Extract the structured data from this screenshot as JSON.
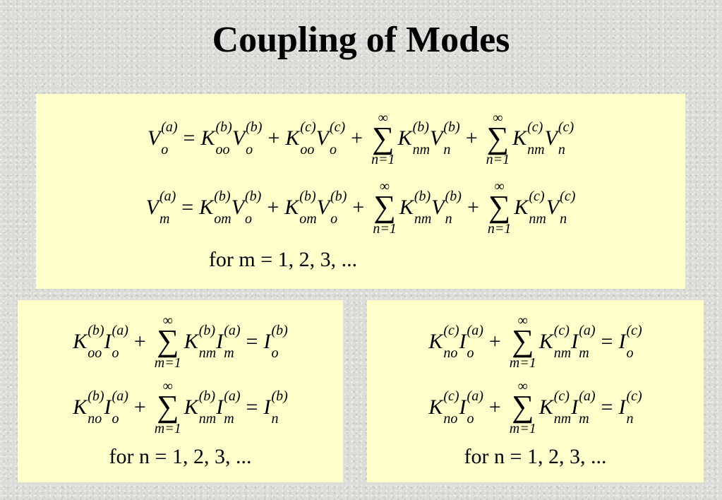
{
  "title": "Coupling of Modes",
  "top_box": {
    "eq1": {
      "lhs": {
        "base": "V",
        "sub": "o",
        "sup": "(a)"
      },
      "eq": "=",
      "t1": {
        "k_base": "K",
        "k_sub": "oo",
        "k_sup": "(b)",
        "v_base": "V",
        "v_sub": "o",
        "v_sup": "(b)"
      },
      "plus1": "+",
      "t2": {
        "k_base": "K",
        "k_sub": "oo",
        "k_sup": "(c)",
        "v_base": "V",
        "v_sub": "o",
        "v_sup": "(c)"
      },
      "plus2": "+",
      "s1": {
        "upper": "∞",
        "sigma": "∑",
        "lower": "n=1"
      },
      "t3": {
        "k_base": "K",
        "k_sub": "nm",
        "k_sup": "(b)",
        "v_base": "V",
        "v_sub": "n",
        "v_sup": "(b)"
      },
      "plus3": "+",
      "s2": {
        "upper": "∞",
        "sigma": "∑",
        "lower": "n=1"
      },
      "t4": {
        "k_base": "K",
        "k_sub": "nm",
        "k_sup": "(c)",
        "v_base": "V",
        "v_sub": "n",
        "v_sup": "(c)"
      }
    },
    "eq2": {
      "lhs": {
        "base": "V",
        "sub": "m",
        "sup": "(a)"
      },
      "eq": "=",
      "t1": {
        "k_base": "K",
        "k_sub": "om",
        "k_sup": "(b)",
        "v_base": "V",
        "v_sub": "o",
        "v_sup": "(b)"
      },
      "plus1": "+",
      "t2": {
        "k_base": "K",
        "k_sub": "om",
        "k_sup": "(b)",
        "v_base": "V",
        "v_sub": "o",
        "v_sup": "(b)"
      },
      "plus2": "+",
      "s1": {
        "upper": "∞",
        "sigma": "∑",
        "lower": "n=1"
      },
      "t3": {
        "k_base": "K",
        "k_sub": "nm",
        "k_sup": "(b)",
        "v_base": "V",
        "v_sub": "n",
        "v_sup": "(b)"
      },
      "plus3": "+",
      "s2": {
        "upper": "∞",
        "sigma": "∑",
        "lower": "n=1"
      },
      "t4": {
        "k_base": "K",
        "k_sub": "nm",
        "k_sup": "(c)",
        "v_base": "V",
        "v_sub": "n",
        "v_sup": "(c)"
      }
    },
    "for_text": "for m = 1, 2, 3, ..."
  },
  "left_box": {
    "eq1": {
      "t1": {
        "k_base": "K",
        "k_sub": "oo",
        "k_sup": "(b)",
        "i_base": "I",
        "i_sub": "o",
        "i_sup": "(a)"
      },
      "plus": "+",
      "s": {
        "upper": "∞",
        "sigma": "∑",
        "lower": "m=1"
      },
      "t2": {
        "k_base": "K",
        "k_sub": "nm",
        "k_sup": "(b)",
        "i_base": "I",
        "i_sub": "m",
        "i_sup": "(a)"
      },
      "eq": "=",
      "rhs": {
        "base": "I",
        "sub": "o",
        "sup": "(b)"
      }
    },
    "eq2": {
      "t1": {
        "k_base": "K",
        "k_sub": "no",
        "k_sup": "(b)",
        "i_base": "I",
        "i_sub": "o",
        "i_sup": "(a)"
      },
      "plus": "+",
      "s": {
        "upper": "∞",
        "sigma": "∑",
        "lower": "m=1"
      },
      "t2": {
        "k_base": "K",
        "k_sub": "nm",
        "k_sup": "(b)",
        "i_base": "I",
        "i_sub": "m",
        "i_sup": "(a)"
      },
      "eq": "=",
      "rhs": {
        "base": "I",
        "sub": "n",
        "sup": "(b)"
      }
    },
    "for_text": "for n = 1, 2, 3, ..."
  },
  "right_box": {
    "eq1": {
      "t1": {
        "k_base": "K",
        "k_sub": "no",
        "k_sup": "(c)",
        "i_base": "I",
        "i_sub": "o",
        "i_sup": "(a)"
      },
      "plus": "+",
      "s": {
        "upper": "∞",
        "sigma": "∑",
        "lower": "m=1"
      },
      "t2": {
        "k_base": "K",
        "k_sub": "nm",
        "k_sup": "(c)",
        "i_base": "I",
        "i_sub": "m",
        "i_sup": "(a)"
      },
      "eq": "=",
      "rhs": {
        "base": "I",
        "sub": "o",
        "sup": "(c)"
      }
    },
    "eq2": {
      "t1": {
        "k_base": "K",
        "k_sub": "no",
        "k_sup": "(c)",
        "i_base": "I",
        "i_sub": "o",
        "i_sup": "(a)"
      },
      "plus": "+",
      "s": {
        "upper": "∞",
        "sigma": "∑",
        "lower": "m=1"
      },
      "t2": {
        "k_base": "K",
        "k_sub": "nm",
        "k_sup": "(c)",
        "i_base": "I",
        "i_sub": "m",
        "i_sup": "(a)"
      },
      "eq": "=",
      "rhs": {
        "base": "I",
        "sub": "n",
        "sup": "(c)"
      }
    },
    "for_text": "for n = 1, 2, 3, ..."
  },
  "colors": {
    "box_background": "#ffffcc",
    "text": "#000000",
    "page_background": "#dcdcd8"
  }
}
